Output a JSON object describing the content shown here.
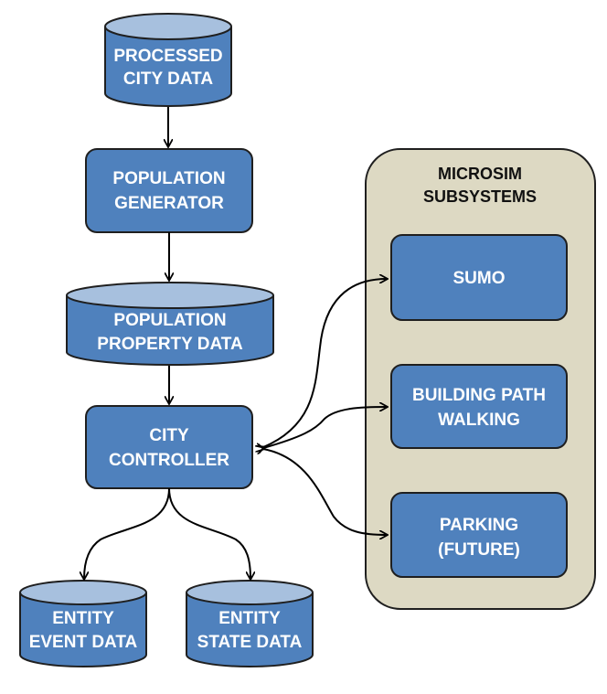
{
  "nodes": {
    "processed_city_data": {
      "lines": [
        "PROCESSED",
        "CITY DATA"
      ]
    },
    "population_generator": {
      "lines": [
        "POPULATION",
        "GENERATOR"
      ]
    },
    "population_property_data": {
      "lines": [
        "POPULATION",
        "PROPERTY DATA"
      ]
    },
    "city_controller": {
      "lines": [
        "CITY",
        "CONTROLLER"
      ]
    },
    "entity_event_data": {
      "lines": [
        "ENTITY",
        "EVENT DATA"
      ]
    },
    "entity_state_data": {
      "lines": [
        "ENTITY",
        "STATE DATA"
      ]
    }
  },
  "subsystems": {
    "title": [
      "MICROSIM",
      "SUBSYSTEMS"
    ],
    "sumo": {
      "lines": [
        "SUMO"
      ]
    },
    "building_path_walking": {
      "lines": [
        "BUILDING PATH",
        "WALKING"
      ]
    },
    "parking": {
      "lines": [
        "PARKING",
        "(FUTURE)"
      ]
    }
  },
  "colors": {
    "node_fill": "#4f81bd",
    "node_stroke": "#1f1f1f",
    "cylinder_top": "#a7c0de",
    "panel_fill": "#ddd9c3",
    "arrow": "#000000"
  }
}
